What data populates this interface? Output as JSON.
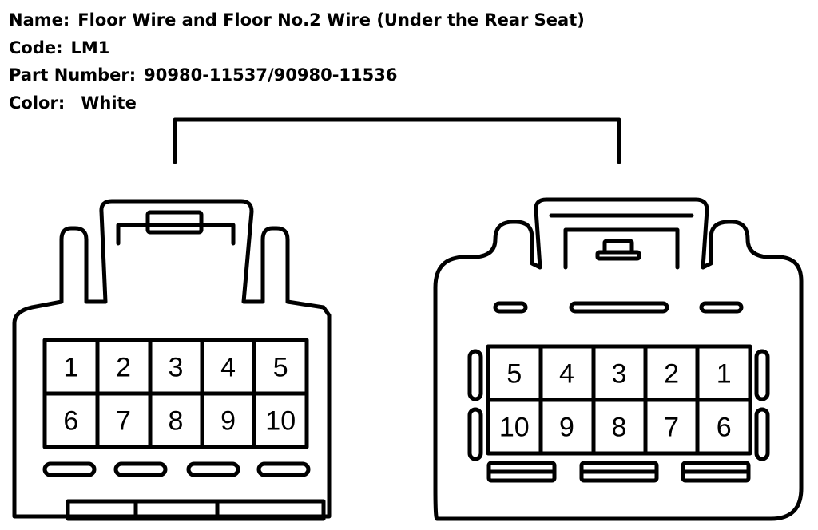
{
  "header": {
    "name_label": "Name:",
    "name_value": "Floor Wire and Floor No.2 Wire (Under the Rear Seat)",
    "code_label": "Code:",
    "code_value": "LM1",
    "part_label": "Part Number:",
    "part_value": "90980-11537/90980-11536",
    "color_label": "Color:",
    "color_value": "White"
  },
  "left_connector": {
    "rows": [
      [
        "1",
        "2",
        "3",
        "4",
        "5"
      ],
      [
        "6",
        "7",
        "8",
        "9",
        "10"
      ]
    ]
  },
  "right_connector": {
    "rows": [
      [
        "5",
        "4",
        "3",
        "2",
        "1"
      ],
      [
        "10",
        "9",
        "8",
        "7",
        "6"
      ]
    ]
  }
}
